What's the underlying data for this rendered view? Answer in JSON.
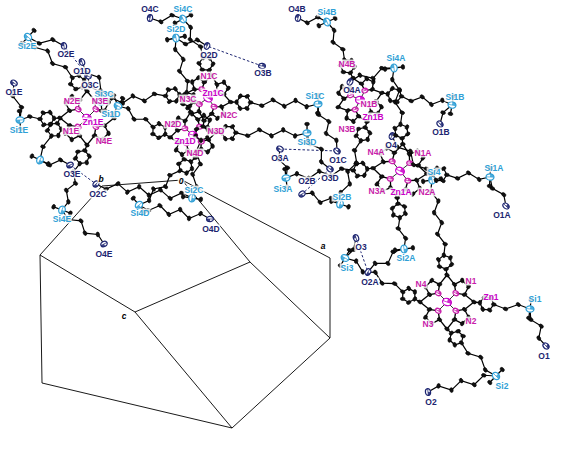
{
  "diagram": {
    "labels": [
      "O4C",
      "Si4C",
      "O4B",
      "Si4B",
      "Si2E",
      "O2E",
      "Si2D",
      "O2D",
      "O3B",
      "N4B",
      "Si4A",
      "O1D",
      "O3C",
      "Si3C",
      "N1C",
      "Zn1C",
      "N3C",
      "N2C",
      "O4A",
      "Si1C",
      "N1B",
      "Zn1B",
      "Si1B",
      "N3B",
      "O1B",
      "O1E",
      "N2E",
      "N3E",
      "Si1D",
      "Zn1E",
      "Si1E",
      "N1E",
      "N4E",
      "N2D",
      "N3D",
      "Zn1D",
      "N4D",
      "Si3D",
      "O4",
      "N4A",
      "N1A",
      "O3A",
      "O1C",
      "Si4",
      "Si1A",
      "O3E",
      "O3D",
      "b",
      "0",
      "Si2C",
      "O2C",
      "O2B",
      "Si3A",
      "Si2B",
      "N3A",
      "Zn1A",
      "N2A",
      "O1A",
      "Si4D",
      "Si4E",
      "O4D",
      "a",
      "O3",
      "O4E",
      "Si2A",
      "Si3",
      "O2A",
      "N4",
      "N1",
      "Zn1",
      "Si1",
      "N3",
      "N2",
      "c",
      "O1",
      "Si2",
      "O2"
    ]
  }
}
